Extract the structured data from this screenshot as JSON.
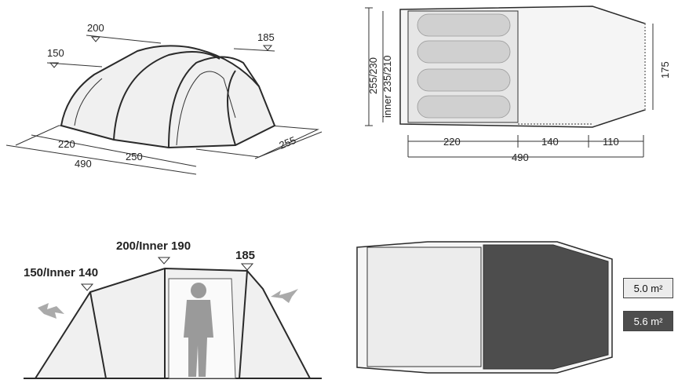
{
  "perspective_view": {
    "height_labels": [
      "200",
      "150",
      "185"
    ],
    "dim_labels": [
      "220",
      "250",
      "490",
      "255"
    ]
  },
  "top_view": {
    "width_labels": [
      "255/230",
      "inner 235/210"
    ],
    "segment_labels": [
      "220",
      "140",
      "110",
      "490"
    ],
    "end_height": "175"
  },
  "side_view": {
    "labels": [
      "200/Inner 190",
      "150/Inner 140",
      "185"
    ]
  },
  "floor_plan": {
    "legend": [
      {
        "label": "5.0 m²",
        "swatch": "#ececec",
        "text_color": "#111111"
      },
      {
        "label": "5.6 m²",
        "swatch": "#4d4d4d",
        "text_color": "#ffffff"
      }
    ]
  },
  "colors": {
    "fabric_light": "#f0f0f0",
    "fabric_dark": "#4d4d4d",
    "outline": "#2a2a2a"
  }
}
